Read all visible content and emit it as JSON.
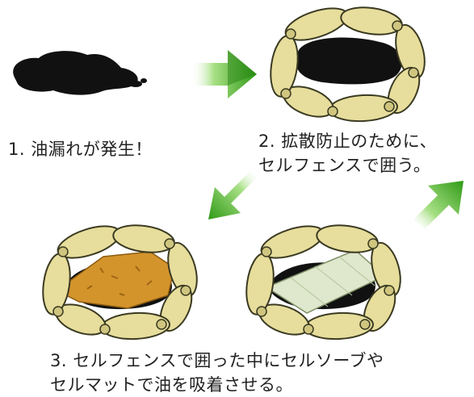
{
  "steps": [
    {
      "number": "1.",
      "text": "油漏れが発生！"
    },
    {
      "number": "2.",
      "line1": "拡散防止のために、",
      "line2": "セルフェンスで囲う。"
    },
    {
      "number": "3.",
      "line1": "セルフェンスで囲った中にセルソーブや",
      "line2": "セルマットで油を吸着させる。"
    }
  ],
  "colors": {
    "oil": "#111111",
    "fence_fill": "#e7dd9c",
    "fence_outline": "#3a3a22",
    "arrow_green": "#37a51c",
    "arrow_light": "#a8e085",
    "sorbent": "#d4942c",
    "mat": "#dfe7cc",
    "text": "#222222"
  },
  "icons": [
    "oil-spill-icon",
    "fence-ring-icon",
    "green-arrow-icon",
    "sorbent-icon",
    "mat-icon"
  ]
}
